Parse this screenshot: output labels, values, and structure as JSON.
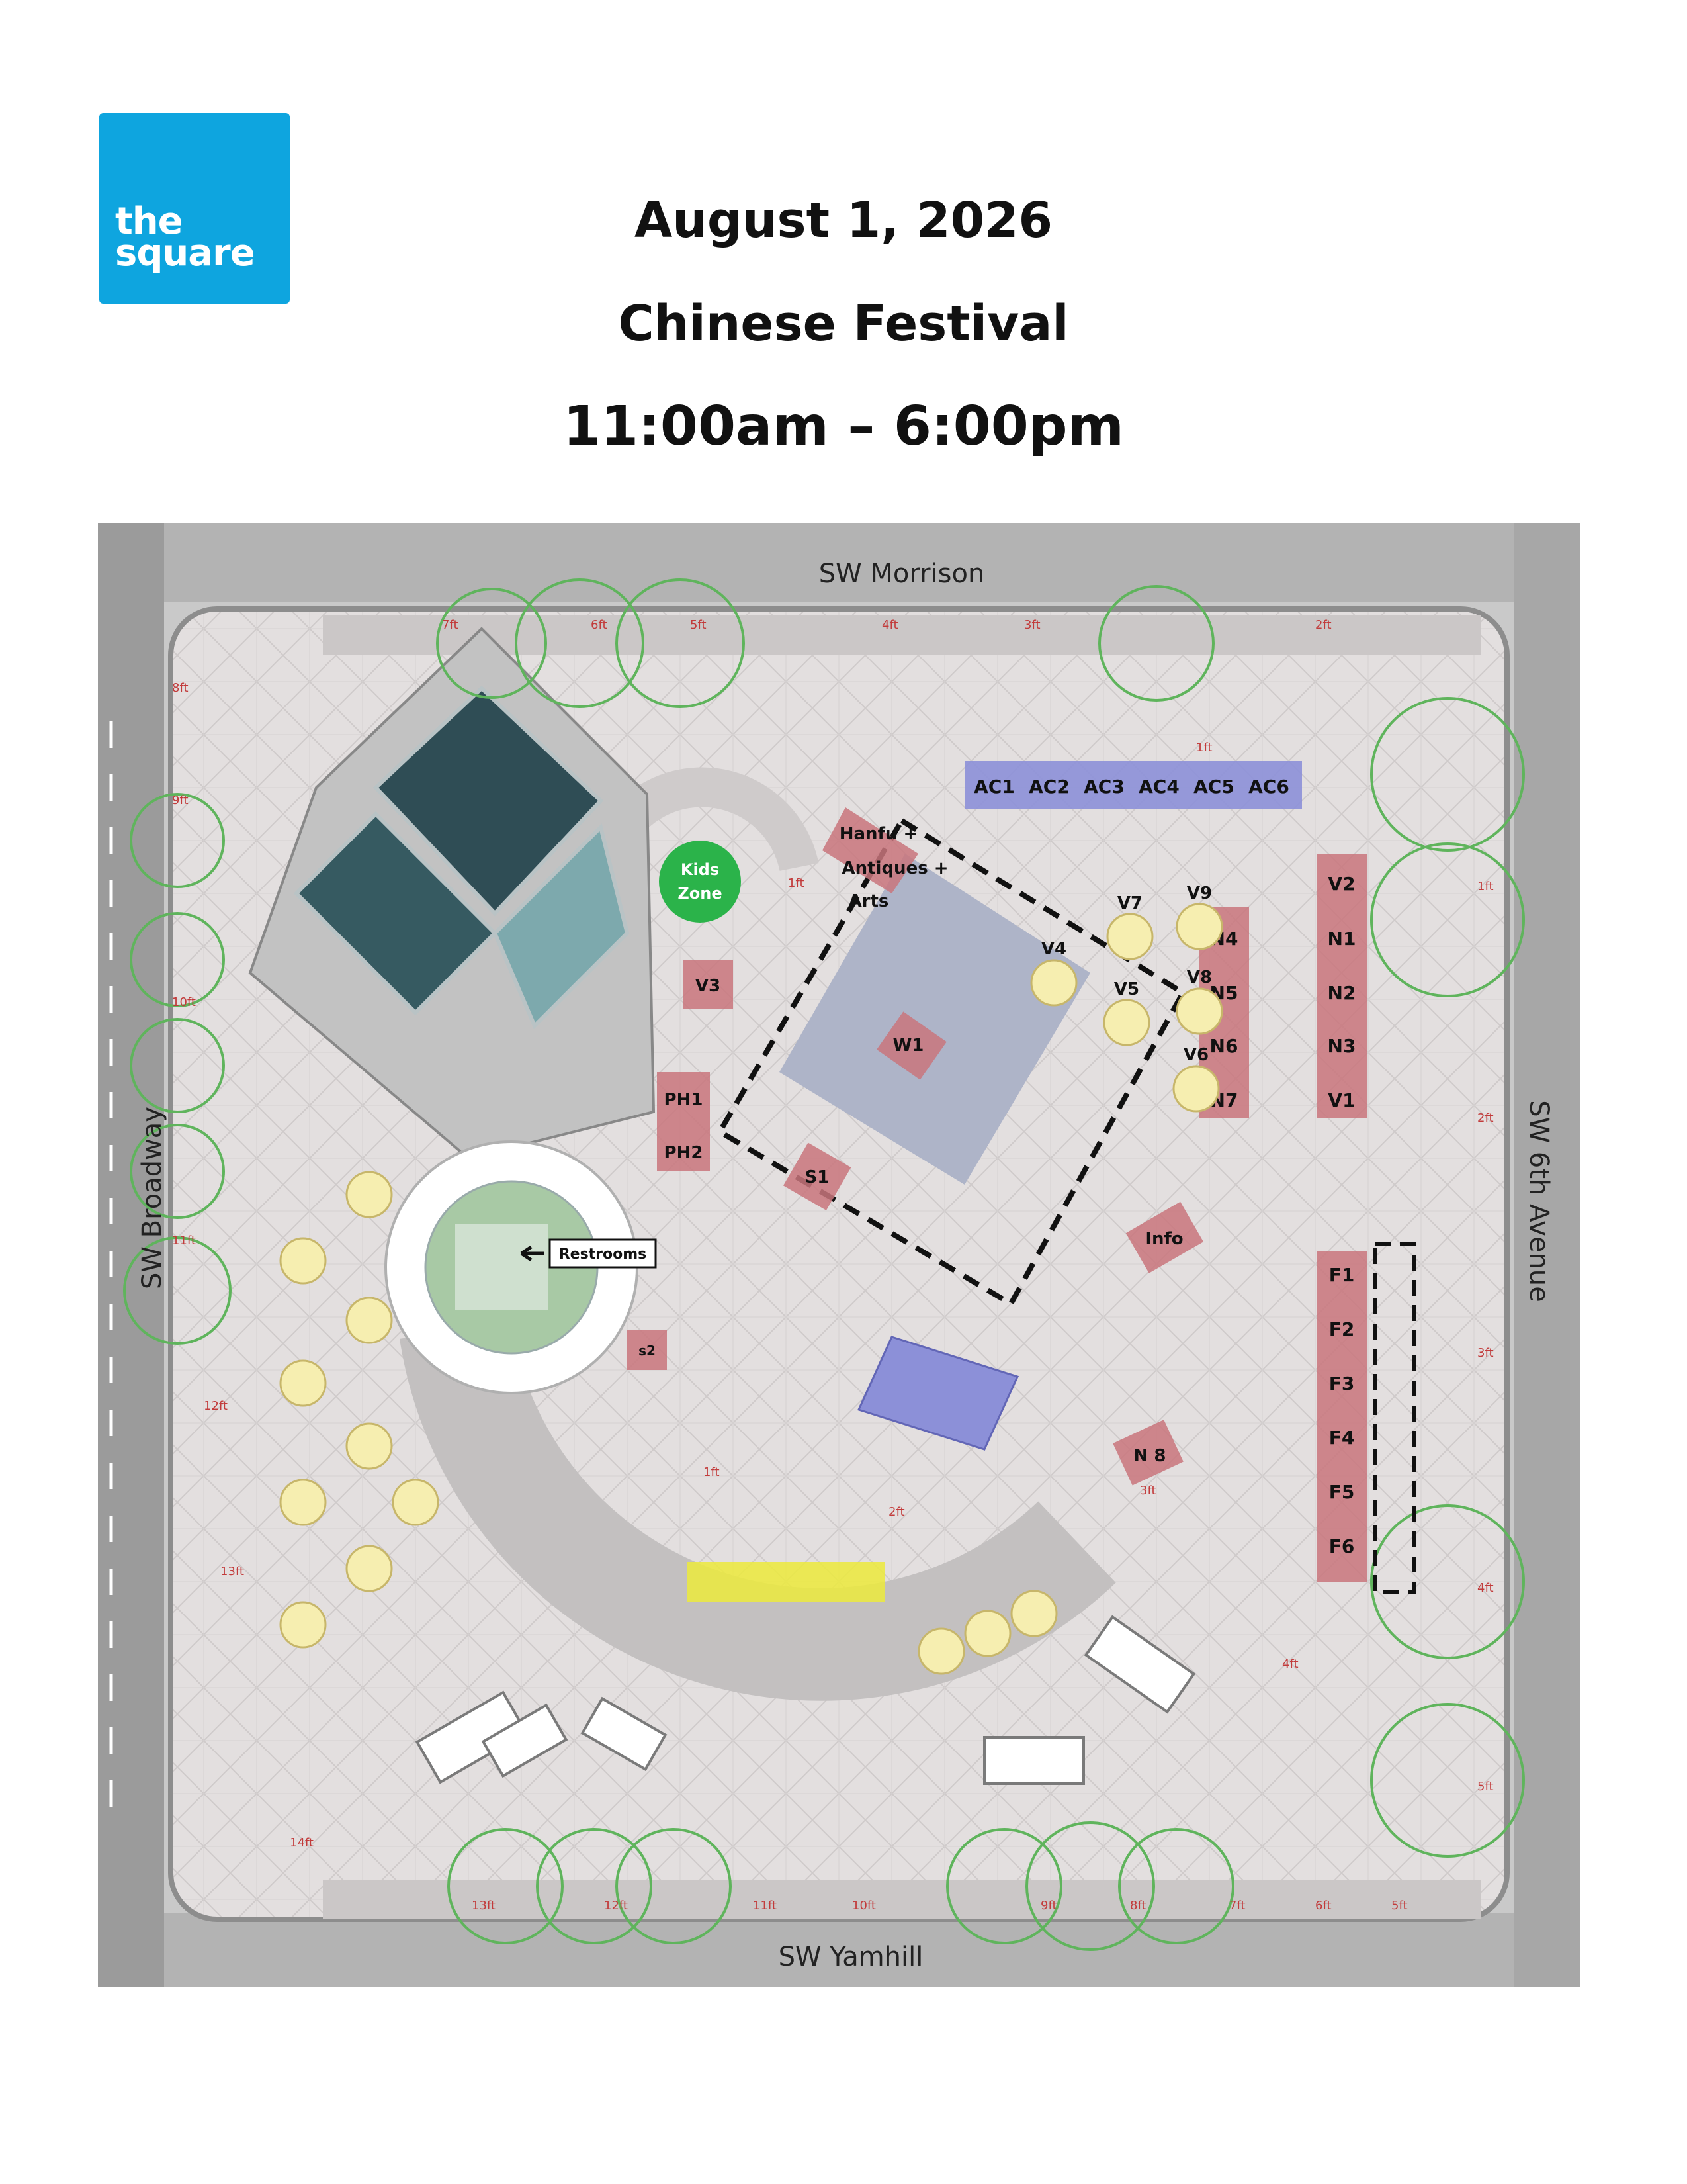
{
  "logo": {
    "line1": "the",
    "line2": "square",
    "color": "#0ea5df"
  },
  "header": {
    "date": "August 1, 2026",
    "event": "Chinese Festival",
    "hours": "11:00am – 6:00pm"
  },
  "streets": {
    "north": "SW Morrison",
    "south": "SW Yamhill",
    "west": "SW Broadway",
    "east": "SW 6th Avenue"
  },
  "booths": {
    "arts_crafts": [
      "AC1",
      "AC2",
      "AC3",
      "AC4",
      "AC5",
      "AC6"
    ],
    "north_column": [
      "N4",
      "N5",
      "N6",
      "N7"
    ],
    "east_column": [
      "V2",
      "N1",
      "N2",
      "N3",
      "V1"
    ],
    "food": [
      "F1",
      "F2",
      "F3",
      "F4",
      "F5",
      "F6"
    ],
    "vendor_circles": [
      "V4",
      "V5",
      "V6",
      "V7",
      "V8",
      "V9"
    ],
    "misc": {
      "v3": "V3",
      "w1": "W1",
      "ph1": "PH1",
      "ph2": "PH2",
      "s1": "S1",
      "s2": "s2",
      "info": "Info",
      "n8": "N 8"
    }
  },
  "areas": {
    "kids_zone": [
      "Kids",
      "Zone"
    ],
    "hanfu": [
      "Hanfu +",
      "Antiques +",
      "Arts"
    ],
    "restrooms": "Restrooms"
  },
  "distances": {
    "north": [
      "7ft",
      "6ft",
      "5ft",
      "4ft",
      "3ft",
      "2ft",
      "1ft"
    ],
    "west": [
      "8ft",
      "9ft",
      "10ft",
      "11ft",
      "12ft",
      "13ft",
      "14ft"
    ],
    "south": [
      "13ft",
      "12ft",
      "11ft",
      "10ft",
      "9ft",
      "8ft",
      "7ft",
      "6ft",
      "5ft"
    ],
    "east": [
      "1ft",
      "2ft",
      "3ft",
      "4ft",
      "5ft"
    ],
    "interior": [
      "1ft",
      "1ft",
      "2ft",
      "3ft",
      "4ft"
    ]
  },
  "colors": {
    "booth_red": "#c9757c",
    "booth_blue": "#8c90d8",
    "kids_green": "#2bb34a",
    "stage": "#aeb4c8",
    "plaza": "#e4e1e1",
    "street": "#9a9a9a"
  }
}
